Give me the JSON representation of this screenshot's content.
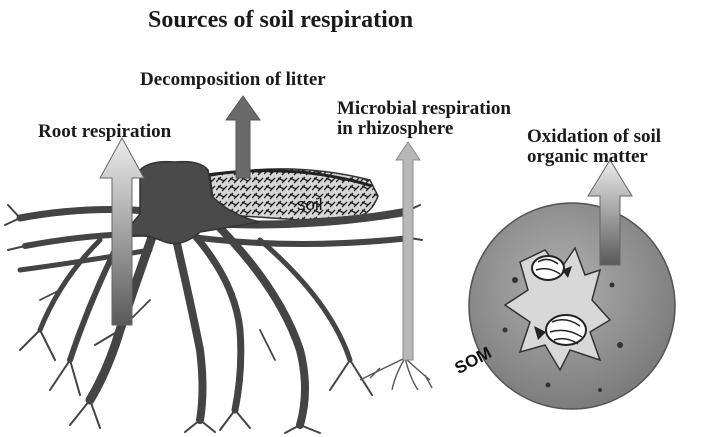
{
  "title": "Sources of soil respiration",
  "labels": {
    "decomposition": "Decomposition of litter",
    "root": "Root respiration",
    "microbial_line1": "Microbial respiration",
    "microbial_line2": "in rhizosphere",
    "oxidation_line1": "Oxidation of soil",
    "oxidation_line2": "organic matter",
    "soil": "soil",
    "som": "SOM"
  },
  "colors": {
    "root": "#4a4a4a",
    "arrow_light": "#e4e4e4",
    "arrow_dark": "#5e5e5e",
    "decomp_arrow": "#6a6a6a",
    "micro_arrow": "#b8b8b8",
    "circle": "#8f8f8f"
  }
}
